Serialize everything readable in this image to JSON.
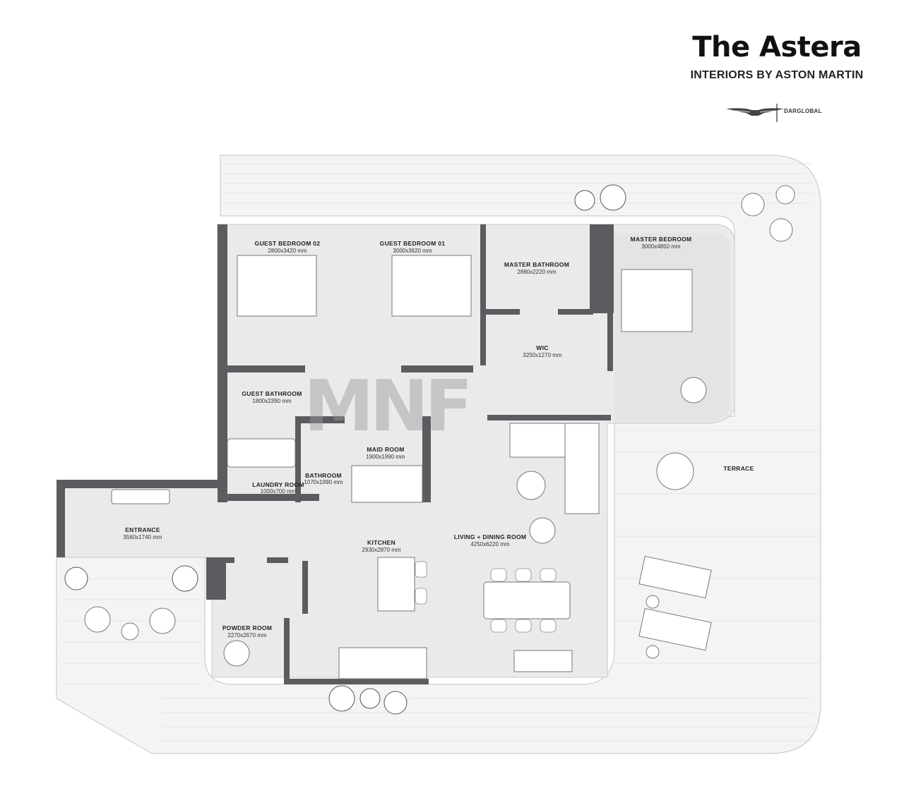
{
  "brand": {
    "title": "The Astera",
    "subtitle": "INTERIORS BY ASTON MARTIN",
    "partner": "DARGLOBAL",
    "logo_icon": "aston-martin-wings-icon"
  },
  "watermark": {
    "text": "MNF",
    "color": "#9a9a9a"
  },
  "colors": {
    "wall": "#5a5c60",
    "floor": "#ececec",
    "terrace": "#f6f6f6",
    "line": "#b9b9b9"
  },
  "rooms": {
    "guest_bedroom_02": {
      "label": "GUEST BEDROOM 02",
      "dim": "2800x3420 mm"
    },
    "guest_bedroom_01": {
      "label": "GUEST BEDROOM 01",
      "dim": "3000x3620 mm"
    },
    "master_bathroom": {
      "label": "MASTER BATHROOM",
      "dim": "2880x2220 mm"
    },
    "master_bedroom": {
      "label": "MASTER BEDROOM",
      "dim": "3000x4850 mm"
    },
    "wic": {
      "label": "WIC",
      "dim": "3250x1270 mm"
    },
    "guest_bathroom": {
      "label": "GUEST BATHROOM",
      "dim": "1800x2390 mm"
    },
    "maid_room": {
      "label": "MAID ROOM",
      "dim": "1900x1990 mm"
    },
    "bathroom": {
      "label": "BATHROOM",
      "dim": "1070x1990 mm"
    },
    "laundry_room": {
      "label": "LAUNDRY ROOM",
      "dim": "1000x700 mm"
    },
    "entrance": {
      "label": "ENTRANCE",
      "dim": "3560x1740 mm"
    },
    "kitchen": {
      "label": "KITCHEN",
      "dim": "2930x2870 mm"
    },
    "living_dining": {
      "label": "LIVING + DINING ROOM",
      "dim": "4250x6220 mm"
    },
    "powder_room": {
      "label": "POWDER ROOM",
      "dim": "2270x2670 mm"
    },
    "terrace": {
      "label": "TERRACE"
    }
  }
}
